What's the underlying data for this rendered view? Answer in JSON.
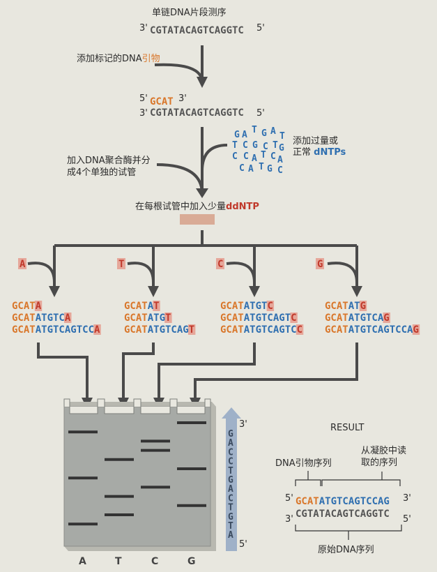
{
  "title": "单链DNA片段测序",
  "template": {
    "five": "5'",
    "three": "3'",
    "sequence": "CGTATACAGTCAGGTC"
  },
  "step1": {
    "prefix": "添加标记的DNA",
    "highlight": "引物"
  },
  "primer": {
    "sequence": "GCAT",
    "five": "5'",
    "three": "3'"
  },
  "step2_left": {
    "line1": "加入DNA聚合酶并分",
    "line2": "成4个单独的试管"
  },
  "step2_right": {
    "line1": "添加过量或",
    "line2_prefix": "正常 ",
    "line2_highlight": "dNTPs"
  },
  "dntp_letters": [
    "G",
    "A",
    "T",
    "G",
    "A",
    "T",
    "T",
    "C",
    "G",
    "C",
    "T",
    "G",
    "C",
    "C",
    "A",
    "T",
    "C",
    "A",
    "C",
    "A",
    "T",
    "G",
    "C",
    "T",
    "A",
    "T",
    "G"
  ],
  "step3": {
    "prefix": "在每根试管中加入少量",
    "highlight": "ddNTP"
  },
  "tubes": [
    {
      "label": "A",
      "rows": [
        {
          "primer": "GCAT",
          "ext": "",
          "end": "A"
        },
        {
          "primer": "GCAT",
          "ext": "ATGTC",
          "end": "A"
        },
        {
          "primer": "GCAT",
          "ext": "ATGTCAGTCC",
          "end": "A"
        }
      ]
    },
    {
      "label": "T",
      "rows": [
        {
          "primer": "GCAT",
          "ext": "A",
          "end": "T"
        },
        {
          "primer": "GCAT",
          "ext": "ATG",
          "end": "T"
        },
        {
          "primer": "GCAT",
          "ext": "ATGTCAG",
          "end": "T"
        }
      ]
    },
    {
      "label": "C",
      "rows": [
        {
          "primer": "GCAT",
          "ext": "ATGT",
          "end": "C"
        },
        {
          "primer": "GCAT",
          "ext": "ATGTCAGT",
          "end": "C"
        },
        {
          "primer": "GCAT",
          "ext": "ATGTCAGTC",
          "end": "C"
        }
      ]
    },
    {
      "label": "G",
      "rows": [
        {
          "primer": "GCAT",
          "ext": "AT",
          "end": "G"
        },
        {
          "primer": "GCAT",
          "ext": "ATGTCA",
          "end": "G"
        },
        {
          "primer": "GCAT",
          "ext": "ATGTCAGTCCA",
          "end": "G"
        }
      ]
    }
  ],
  "gel": {
    "lanes": [
      "A",
      "T",
      "C",
      "G"
    ],
    "read_letters": [
      "G",
      "A",
      "C",
      "C",
      "T",
      "G",
      "A",
      "C",
      "T",
      "G",
      "T",
      "A"
    ],
    "top": "3'",
    "bottom": "5'"
  },
  "result": {
    "title": "RESULT",
    "label_primer": "DNA引物序列",
    "label_read_1": "从凝胶中读",
    "label_read_2": "取的序列",
    "top_primer": "GCAT",
    "top_read": "ATGTCAGTCCAG",
    "top_five": "5'",
    "top_three": "3'",
    "bottom_seq": "CGTATACAGTCAGGTC",
    "bottom_three": "3'",
    "bottom_five": "5'",
    "label_original": "原始DNA序列"
  }
}
